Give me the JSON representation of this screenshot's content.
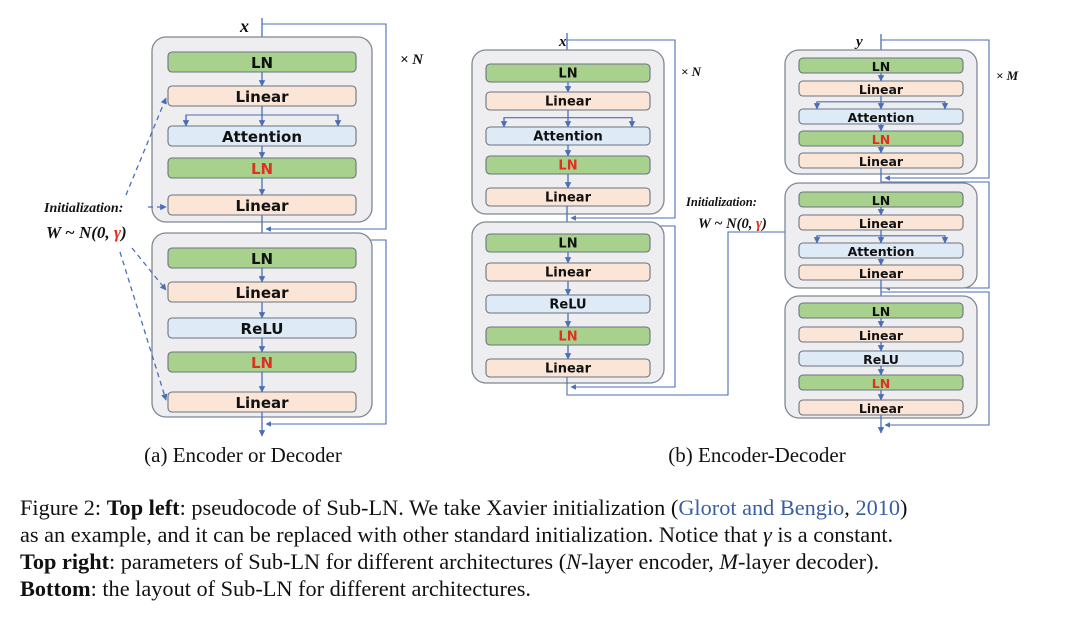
{
  "figure": {
    "panel_a": {
      "input_symbol": "x",
      "repeat_label": "× N",
      "init_label": "Initialization:",
      "init_formula_prefix": "W ~ N(0, ",
      "init_formula_gamma": "γ",
      "init_formula_suffix": ")",
      "blocks": [
        {
          "name": "attention-block",
          "layers": [
            {
              "label": "LN",
              "type": "ln",
              "highlight": false
            },
            {
              "label": "Linear",
              "type": "linear",
              "init": true
            },
            {
              "label": "Attention",
              "type": "op"
            },
            {
              "label": "LN",
              "type": "ln",
              "highlight": true
            },
            {
              "label": "Linear",
              "type": "linear",
              "init": true
            }
          ]
        },
        {
          "name": "ffn-block",
          "layers": [
            {
              "label": "LN",
              "type": "ln",
              "highlight": false
            },
            {
              "label": "Linear",
              "type": "linear",
              "init": true
            },
            {
              "label": "ReLU",
              "type": "op"
            },
            {
              "label": "LN",
              "type": "ln",
              "highlight": true
            },
            {
              "label": "Linear",
              "type": "linear",
              "init": true
            }
          ]
        }
      ],
      "subcaption": "(a) Encoder or Decoder"
    },
    "panel_b": {
      "encoder": {
        "input_symbol": "x",
        "repeat_label": "× N",
        "blocks": [
          {
            "name": "encoder-attention-block",
            "layers": [
              {
                "label": "LN",
                "type": "ln",
                "highlight": false
              },
              {
                "label": "Linear",
                "type": "linear"
              },
              {
                "label": "Attention",
                "type": "op"
              },
              {
                "label": "LN",
                "type": "ln",
                "highlight": true
              },
              {
                "label": "Linear",
                "type": "linear"
              }
            ]
          },
          {
            "name": "encoder-ffn-block",
            "layers": [
              {
                "label": "LN",
                "type": "ln",
                "highlight": false
              },
              {
                "label": "Linear",
                "type": "linear"
              },
              {
                "label": "ReLU",
                "type": "op"
              },
              {
                "label": "LN",
                "type": "ln",
                "highlight": true
              },
              {
                "label": "Linear",
                "type": "linear"
              }
            ]
          }
        ]
      },
      "decoder": {
        "input_symbol": "y",
        "repeat_label": "× M",
        "blocks": [
          {
            "name": "decoder-self-attention-block",
            "layers": [
              {
                "label": "LN",
                "type": "ln",
                "highlight": false
              },
              {
                "label": "Linear",
                "type": "linear"
              },
              {
                "label": "Attention",
                "type": "op"
              },
              {
                "label": "LN",
                "type": "ln",
                "highlight": true
              },
              {
                "label": "Linear",
                "type": "linear"
              }
            ]
          },
          {
            "name": "decoder-cross-attention-block",
            "layers": [
              {
                "label": "LN",
                "type": "ln",
                "highlight": false
              },
              {
                "label": "Linear",
                "type": "linear"
              },
              {
                "label": "Attention",
                "type": "op"
              },
              {
                "label": "Linear",
                "type": "linear"
              }
            ]
          },
          {
            "name": "decoder-ffn-block",
            "layers": [
              {
                "label": "LN",
                "type": "ln",
                "highlight": false
              },
              {
                "label": "Linear",
                "type": "linear"
              },
              {
                "label": "ReLU",
                "type": "op"
              },
              {
                "label": "LN",
                "type": "ln",
                "highlight": true
              },
              {
                "label": "Linear",
                "type": "linear"
              }
            ]
          }
        ]
      },
      "init_label": "Initialization:",
      "init_formula_prefix": "W ~ N(0, ",
      "init_formula_gamma": "γ",
      "init_formula_suffix": ")",
      "subcaption": "(b) Encoder-Decoder"
    },
    "colors": {
      "ln_fill": "#a9d18e",
      "linear_fill": "#fbe5d6",
      "op_fill": "#deebf7",
      "block_fill": "#eeeef0",
      "arrow": "#4a6fb5",
      "highlight_text": "#e0301e",
      "citation": "#3a5fa0"
    }
  },
  "caption": {
    "label": "Figure 2:",
    "lines": [
      [
        {
          "t": " "
        },
        {
          "t": "Top left",
          "b": true
        },
        {
          "t": ": pseudocode of Sub-LN. We take Xavier initialization ("
        },
        {
          "t": "Glorot and Bengio",
          "cite": true
        },
        {
          "t": ", "
        },
        {
          "t": "2010",
          "cite": true
        },
        {
          "t": ")"
        }
      ],
      [
        {
          "t": "as an example, and it can be replaced with other standard initialization. Notice that "
        },
        {
          "t": "γ",
          "i": true
        },
        {
          "t": " is a constant."
        }
      ],
      [
        {
          "t": "Top right",
          "b": true
        },
        {
          "t": ": parameters of Sub-LN for different architectures ("
        },
        {
          "t": "N",
          "i": true
        },
        {
          "t": "-layer encoder, "
        },
        {
          "t": "M",
          "i": true
        },
        {
          "t": "-layer decoder)."
        }
      ],
      [
        {
          "t": "Bottom",
          "b": true
        },
        {
          "t": ": the layout of Sub-LN for different architectures."
        }
      ]
    ]
  }
}
